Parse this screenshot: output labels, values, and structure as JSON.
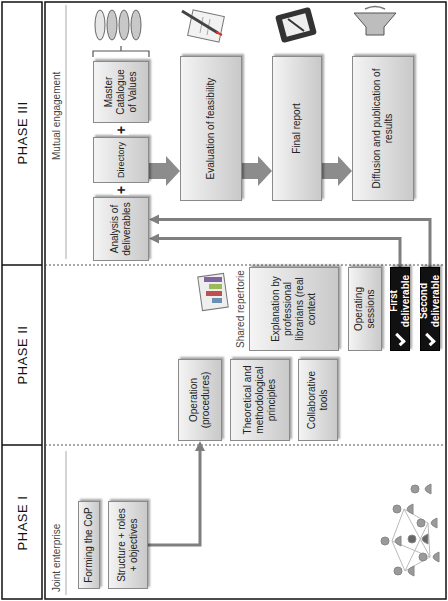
{
  "diagram": {
    "nodes": [
      {
        "text": [
          "Forming the CoP"
        ]
      },
      {
        "text": [
          "Structure + roles + objectives"
        ]
      },
      {
        "text": [
          "Operation (procedures)"
        ]
      },
      {
        "text": [
          "Theoretical and methodological principles"
        ]
      },
      {
        "text": [
          "Collaborative tools"
        ]
      },
      {
        "text": [
          "Explanation by professional librarians (real context"
        ]
      },
      {
        "text": [
          "Operating sessions"
        ]
      },
      {
        "text": [
          "First deliverable"
        ]
      },
      {
        "text": [
          "Second deliverable"
        ]
      },
      {
        "text": [
          "Analysis of deliverables"
        ]
      },
      {
        "text": [
          "Directory"
        ]
      },
      {
        "text": [
          "Master Catalogue of Values"
        ]
      },
      {
        "text": [
          "Evaluation of feasibility"
        ]
      },
      {
        "text": [
          "Final report"
        ]
      },
      {
        "text": [
          "Diffusion and publication of results"
        ]
      }
    ],
    "edges": [
      {
        "from": 1,
        "to": 2,
        "arrow": "to"
      },
      {
        "from": 7,
        "to": 9,
        "arrow": "to"
      },
      {
        "from": 8,
        "to": 9,
        "arrow": "to"
      },
      {
        "from": 10,
        "to": 12,
        "arrow": "to"
      },
      {
        "from": 12,
        "to": 13,
        "arrow": "to"
      },
      {
        "from": 13,
        "to": 14,
        "arrow": "to"
      }
    ],
    "labels": [
      "PHASE I",
      "PHASE II",
      "PHASE III",
      "Joint enterprise",
      "Shared repertorie",
      "Mutual engagement",
      "+",
      "+"
    ]
  }
}
